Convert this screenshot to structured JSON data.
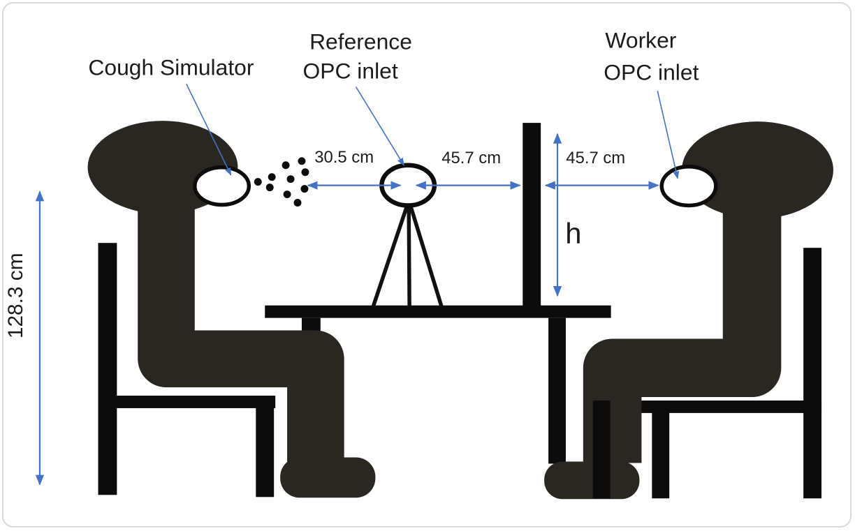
{
  "diagram": {
    "labels": {
      "cough_simulator": "Cough Simulator",
      "reference_opc_line1": "Reference",
      "reference_opc_line2": "OPC inlet",
      "worker_opc_line1": "Worker",
      "worker_opc_line2": "OPC inlet",
      "barrier_height_symbol": "h"
    },
    "measurements": {
      "cough_to_reference": "30.5 cm",
      "reference_to_barrier": "45.7 cm",
      "barrier_to_worker": "45.7 cm",
      "mouth_height": "128.3 cm"
    },
    "colors": {
      "dimension_blue": "#4472c4",
      "silhouette_charcoal": "#2a2622",
      "furniture_black": "#0c0c0c",
      "text_black": "#1e1c1a",
      "background": "#ffffff",
      "card_border": "#d9d9d9"
    }
  }
}
